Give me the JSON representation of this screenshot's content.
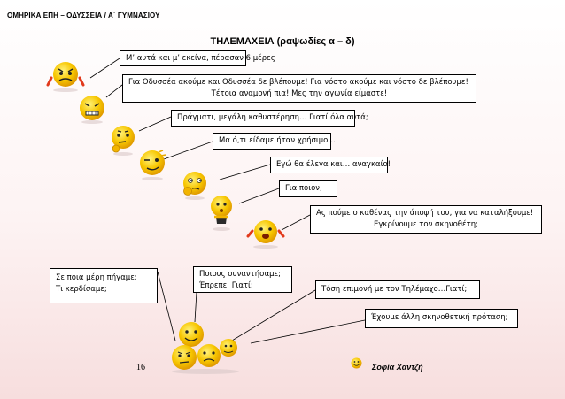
{
  "header": "ΟΜΗΡΙΚΑ ΕΠΗ – ΟΔΥΣΣΕΙΑ / Α΄ ΓΥΜΝΑΣΙΟΥ",
  "title": "ΤΗΛΕΜΑΧΕΙΑ (ραψωδίες α – δ)",
  "bubbles": {
    "b1": "Μ’ αυτά και μ’ εκείνα, πέρασαν 6  μέρες",
    "b2_line1": "Για Οδυσσέα ακούμε και Οδυσσέα δε βλέπουμε! Για νόστο ακούμε και νόστο δε βλέπουμε!",
    "b2_line2": "Τέτοια αναμονή πια! Μες την αγωνία είμαστε!",
    "b3": "Πράγματι, μεγάλη καθυστέρηση… Γιατί όλα αυτά;",
    "b4": "Μα ό,τι είδαμε ήταν χρήσιμο…",
    "b5": "Εγώ θα έλεγα και… αναγκαίο!",
    "b6": "Για ποιον;",
    "b7_line1": "Ας πούμε ο καθένας την άποψή του, για να καταλήξουμε!",
    "b7_line2": "Εγκρίνουμε τον σκηνοθέτη;",
    "b8_line1": "Σε ποια μέρη πήγαμε;",
    "b8_line2": "Τι κερδίσαμε;",
    "b9_line1": "Ποιους συναντήσαμε;",
    "b9_line2": "Έπρεπε; Γιατί;",
    "b10": "Τόση επιμονή με τον Τηλέμαχο…Γιατί;",
    "b11": "Έχουμε άλλη σκηνοθετική πρόταση;"
  },
  "footer": {
    "page_number": "16",
    "author": "Σοφία Χαντζή"
  },
  "colors": {
    "smiley_yellow": "#f7c600",
    "smiley_shade": "#e09a00",
    "background_bottom": "#f7dede"
  },
  "icons": {
    "faces": [
      "angry-smiley-icon",
      "frustrated-smiley-icon",
      "thinking-smiley-icon",
      "winking-smiley-icon",
      "pondering-smiley-icon",
      "questioning-smiley-icon",
      "explaining-smiley-icon",
      "group-of-smileys-icon",
      "small-smiley-icon"
    ]
  }
}
